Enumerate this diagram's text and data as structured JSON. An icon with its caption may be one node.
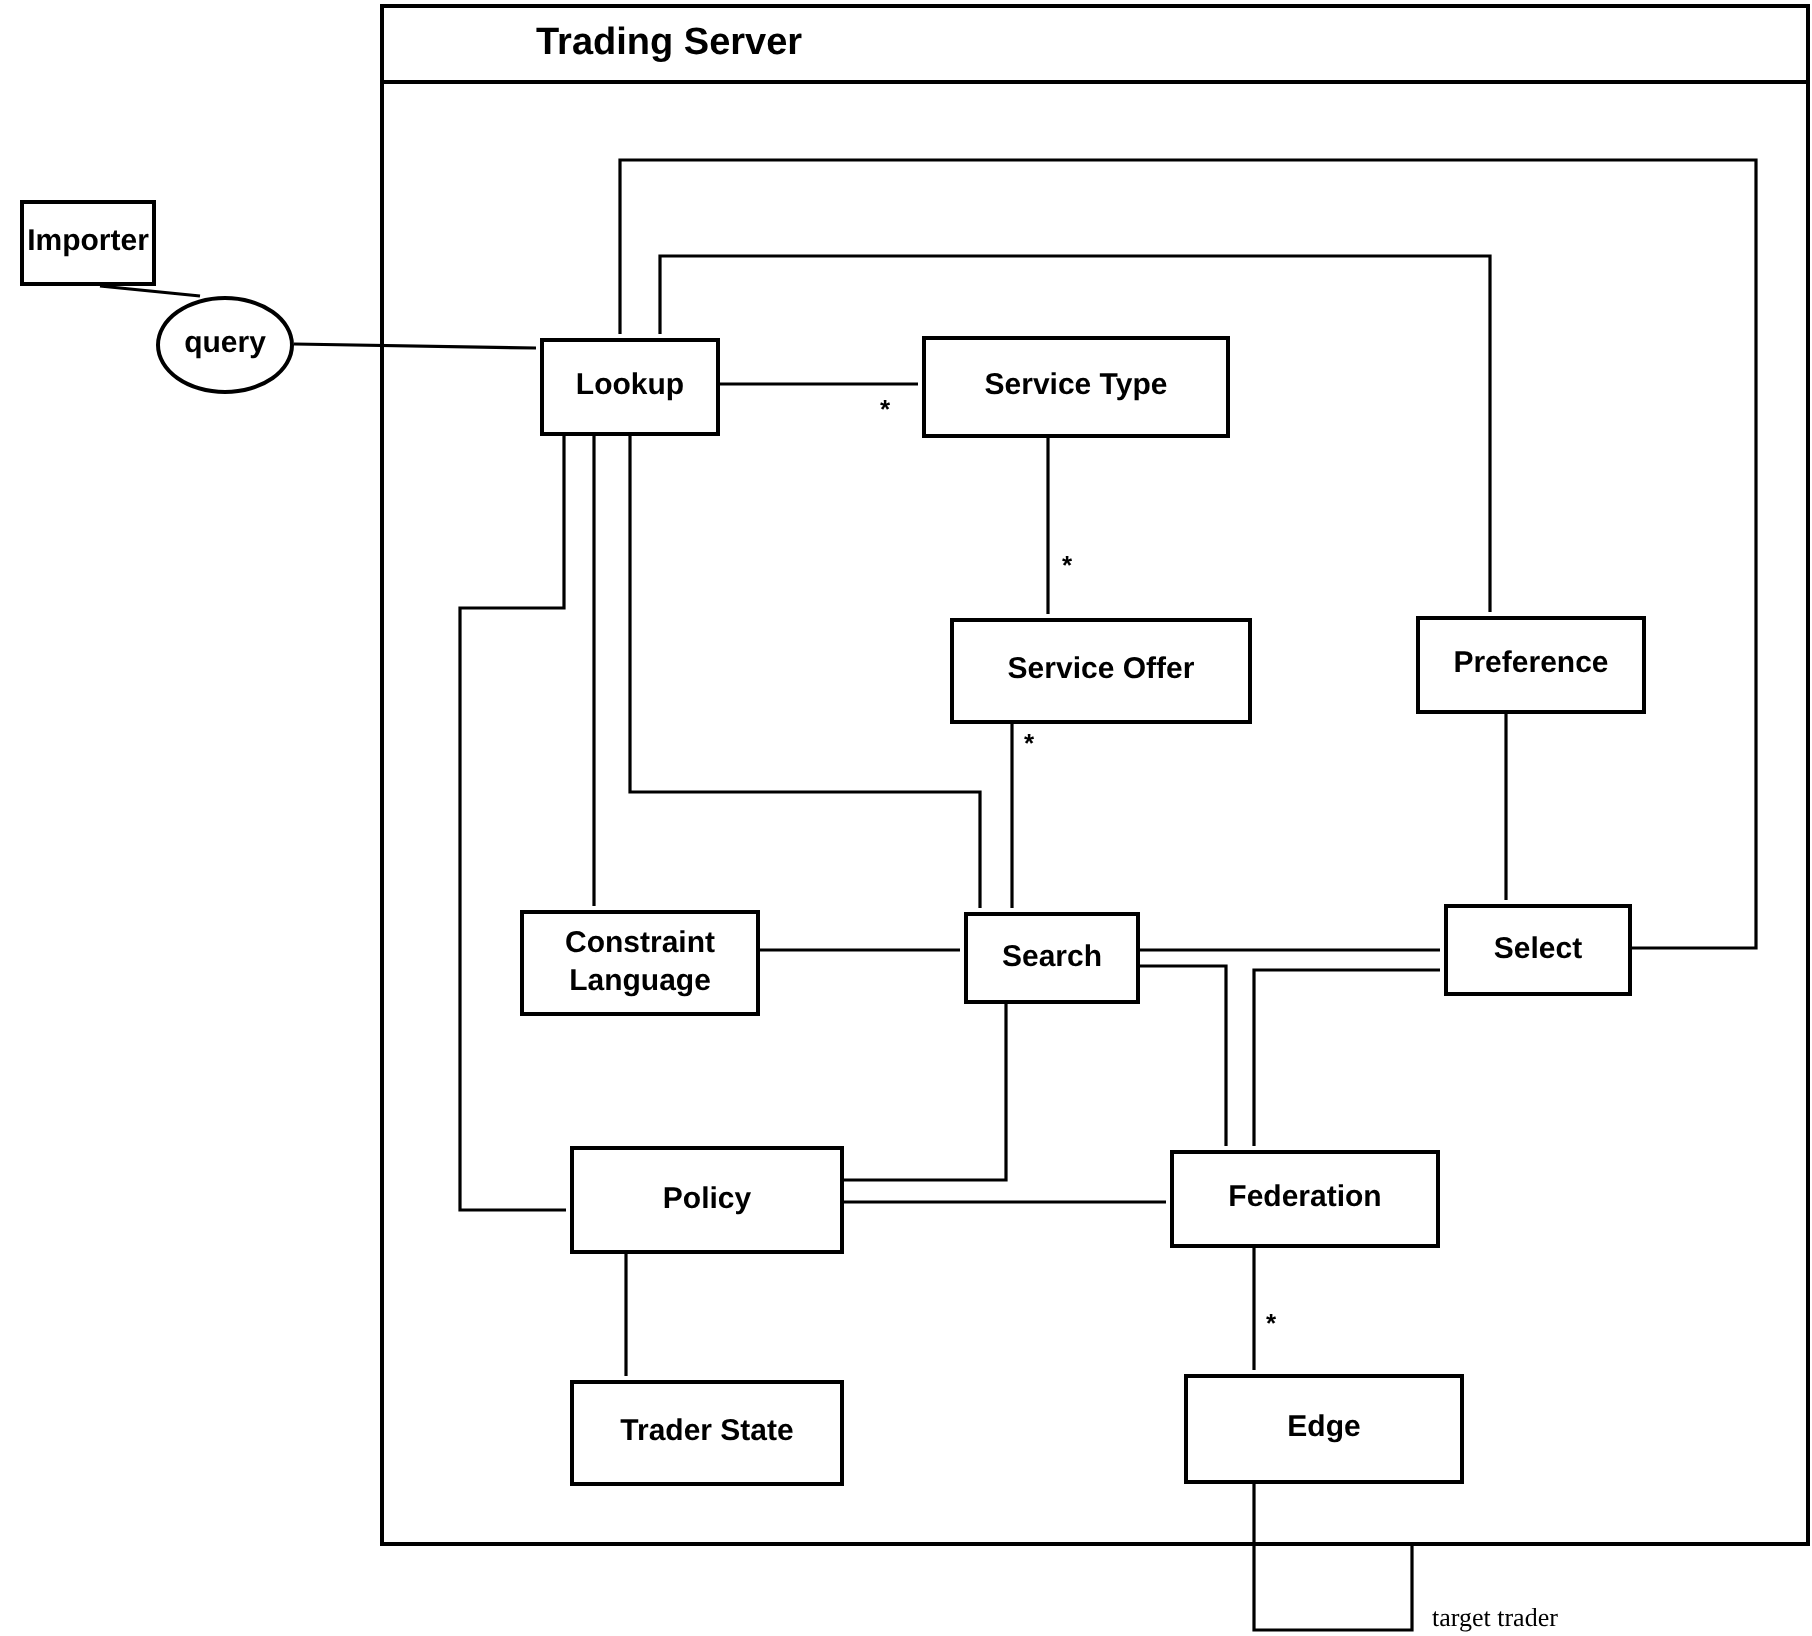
{
  "diagram": {
    "nodes": [
      {
        "text": [
          "Trading Server"
        ]
      },
      {
        "text": [
          "Importer"
        ]
      },
      {
        "text": [
          "query"
        ]
      },
      {
        "text": [
          "Lookup"
        ],
        "in": 0
      },
      {
        "text": [
          "Service Type"
        ],
        "in": 0
      },
      {
        "text": [
          "Service Offer"
        ],
        "in": 0
      },
      {
        "text": [
          "Preference"
        ],
        "in": 0
      },
      {
        "text": [
          "Constraint Language"
        ],
        "in": 0
      },
      {
        "text": [
          "Search"
        ],
        "in": 0
      },
      {
        "text": [
          "Select"
        ],
        "in": 0
      },
      {
        "text": [
          "Policy"
        ],
        "in": 0
      },
      {
        "text": [
          "Federation"
        ],
        "in": 0
      },
      {
        "text": [
          "Trader State"
        ],
        "in": 0
      },
      {
        "text": [
          "Edge"
        ],
        "in": 0
      }
    ],
    "edges": [
      {
        "from": 1,
        "to": 2,
        "arrow": "none"
      },
      {
        "from": 2,
        "to": 3,
        "arrow": "none"
      },
      {
        "from": 3,
        "to": 4,
        "arrow": "none",
        "label": "*"
      },
      {
        "from": 4,
        "to": 5,
        "arrow": "none",
        "label": "*"
      },
      {
        "from": 5,
        "to": 8,
        "arrow": "none",
        "label": "*"
      },
      {
        "from": 3,
        "to": 9,
        "arrow": "none"
      },
      {
        "from": 3,
        "to": 6,
        "arrow": "none"
      },
      {
        "from": 3,
        "to": 10,
        "arrow": "none"
      },
      {
        "from": 3,
        "to": 7,
        "arrow": "none"
      },
      {
        "from": 3,
        "to": 8,
        "arrow": "none"
      },
      {
        "from": 7,
        "to": 8,
        "arrow": "none"
      },
      {
        "from": 8,
        "to": 9,
        "arrow": "none"
      },
      {
        "from": 8,
        "to": 11,
        "arrow": "none"
      },
      {
        "from": 9,
        "to": 11,
        "arrow": "none"
      },
      {
        "from": 8,
        "to": 10,
        "arrow": "none"
      },
      {
        "from": 10,
        "to": 11,
        "arrow": "none"
      },
      {
        "from": 10,
        "to": 12,
        "arrow": "none"
      },
      {
        "from": 6,
        "to": 9,
        "arrow": "none"
      },
      {
        "from": 11,
        "to": 13,
        "arrow": "none",
        "label": "*"
      },
      {
        "from": 13,
        "to": 0,
        "arrow": "none",
        "label": "target trader"
      }
    ]
  }
}
